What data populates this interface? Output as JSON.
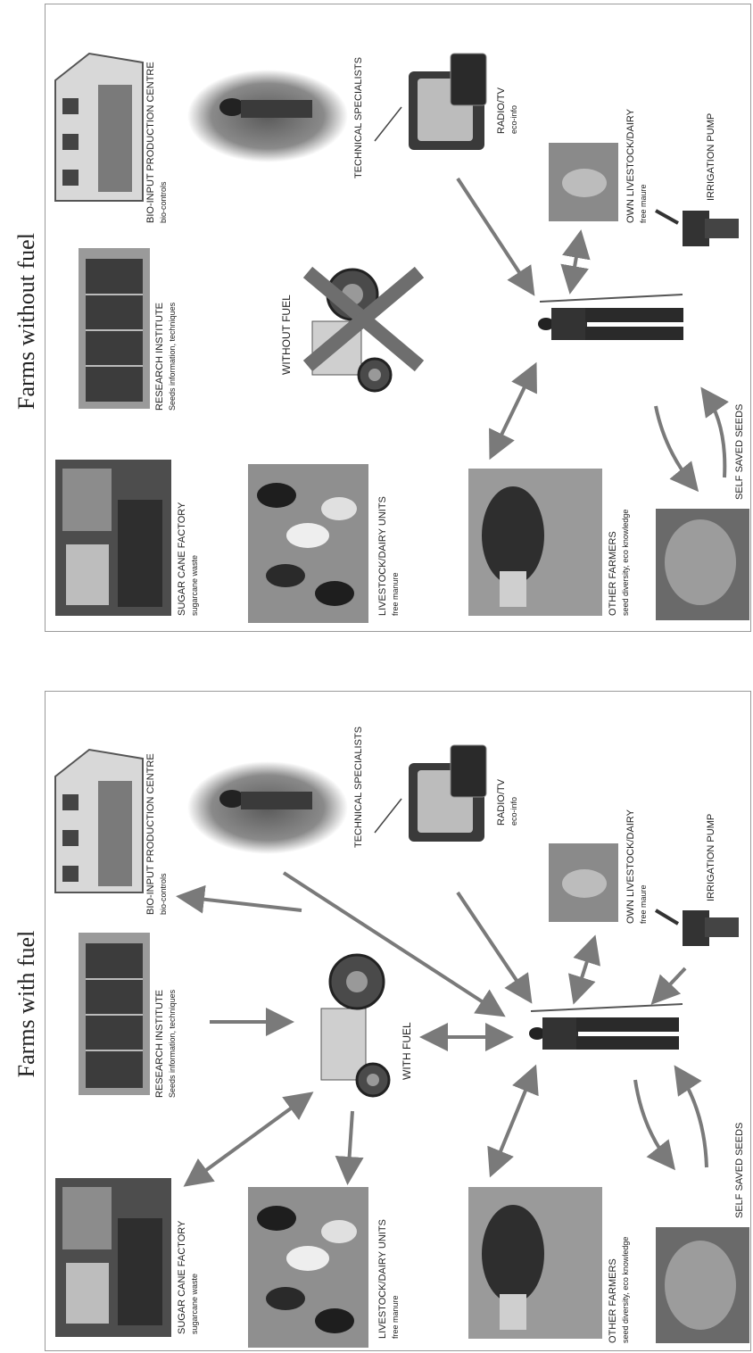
{
  "panel_without_fuel": {
    "title": "Farms without fuel",
    "sugar_cane": {
      "name": "SUGAR CANE FACTORY",
      "sub": "sugarcane waste"
    },
    "research": {
      "name": "RESEARCH INSTITUTE",
      "sub": "Seeds information, techniques"
    },
    "bioinput": {
      "name": "BIO-INPUT PRODUCTION CENTRE",
      "sub": "bio-controls"
    },
    "livestock_units": {
      "name": "LIVESTOCK/DAIRY UNITS",
      "sub": "free manure"
    },
    "tractor_label": "WITHOUT FUEL",
    "specialists": "TECHNICAL SPECIALISTS",
    "radio": {
      "name": "RADIO/TV",
      "sub": "eco-info"
    },
    "own_livestock": {
      "name": "OWN LIVESTOCK/DAIRY",
      "sub": "free maure"
    },
    "pump": "IRRIGATION PUMP",
    "other_farmers": {
      "name": "OTHER FARMERS",
      "sub": "seed diversity, eco knowledge"
    },
    "seeds": "SELF SAVED SEEDS"
  },
  "panel_with_fuel": {
    "title": "Farms with fuel",
    "sugar_cane": {
      "name": "SUGAR CANE FACTORY",
      "sub": "sugarcane waste"
    },
    "research": {
      "name": "RESEARCH INSTITUTE",
      "sub": "Seeds information, techniques"
    },
    "bioinput": {
      "name": "BIO-INPUT PRODUCTION CENTRE",
      "sub": "bio-controls"
    },
    "livestock_units": {
      "name": "LIVESTOCK/DAIRY UNITS",
      "sub": "free manure"
    },
    "tractor_label": "WITH FUEL",
    "specialists": "TECHNICAL SPECIALISTS",
    "radio": {
      "name": "RADIO/TV",
      "sub": "eco-info"
    },
    "own_livestock": {
      "name": "OWN LIVESTOCK/DAIRY",
      "sub": "free maure"
    },
    "pump": "IRRIGATION PUMP",
    "other_farmers": {
      "name": "OTHER FARMERS",
      "sub": "seed diversity, eco knowledge"
    },
    "seeds": "SELF SAVED SEEDS"
  },
  "colors": {
    "arrow": "#7a7a7a",
    "cross": "#6e6e6e",
    "ink": "#222222"
  }
}
